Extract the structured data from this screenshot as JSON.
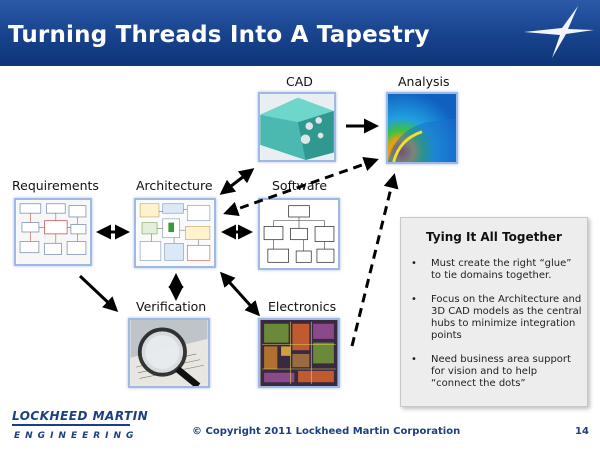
{
  "slide": {
    "title": "Turning Threads Into A Tapestry",
    "page_number": "14",
    "copyright": "© Copyright 2011 Lockheed Martin Corporation"
  },
  "logo": {
    "name": "LOCKHEED MARTIN",
    "subtitle": "ENGINEERING"
  },
  "nodes": {
    "cad": "CAD",
    "analysis": "Analysis",
    "requirements": "Requirements",
    "architecture": "Architecture",
    "software": "Software",
    "verification": "Verification",
    "electronics": "Electronics"
  },
  "callout": {
    "title": "Tying It All Together",
    "bullets": [
      "Must create the right “glue” to tie domains together.",
      "Focus on the Architecture and 3D CAD models as the central hubs to minimize integration points",
      "Need business area support for vision and to help “connect the dots”"
    ],
    "bullet_glyph": "•"
  },
  "colors": {
    "header_blue": "#17428c",
    "brand_blue": "#1a3f85",
    "thumb_border": "#9fb8e4",
    "callout_bg": "#ededed"
  }
}
